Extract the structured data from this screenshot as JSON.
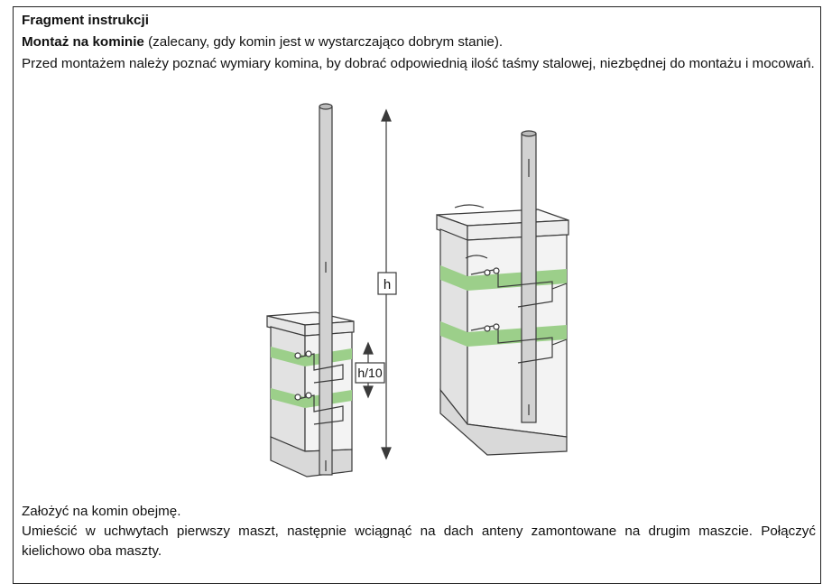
{
  "document": {
    "heading": "Fragment instrukcji",
    "subheading_bold": "Montaż na kominie",
    "subheading_rest": " (zalecany, gdy komin jest w wystarczająco dobrym stanie).",
    "intro": "Przed montażem należy poznać wymiary komina, by dobrać odpowiednią ilość taśmy stalowej, niezbędnej do montażu i mocowań.",
    "step_1": "Założyć na komin obejmę.",
    "step_2": "Umieścić w uchwytach pierwszy maszt, następnie wciągnąć na dach anteny zamontowane na drugim maszcie. Połączyć kielichowo oba maszty."
  },
  "figure": {
    "label_h": "h",
    "label_h10": "h/10",
    "colors": {
      "band": "#9ccf8a",
      "line": "#3a3a3a",
      "mast": "#cfcfcf"
    }
  }
}
